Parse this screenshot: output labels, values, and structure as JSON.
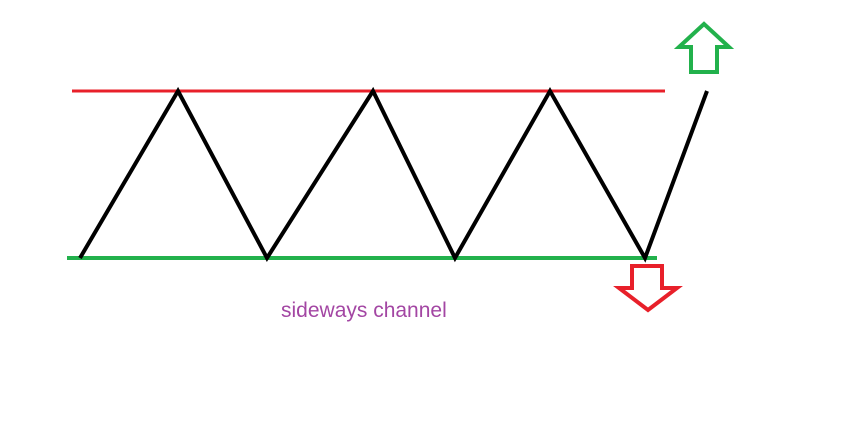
{
  "diagram": {
    "caption": "sideways channel",
    "colors": {
      "resistance": "#e8202a",
      "support": "#22b14c",
      "price": "#000000",
      "caption": "#a346a3",
      "breakout_up": "#22b14c",
      "breakout_down": "#e8202a"
    },
    "price_path": [
      "low",
      "high",
      "low",
      "high",
      "low",
      "high",
      "low",
      "high"
    ],
    "elements": [
      "resistance-line",
      "support-line",
      "breakout-up-arrow",
      "breakout-down-arrow"
    ]
  }
}
